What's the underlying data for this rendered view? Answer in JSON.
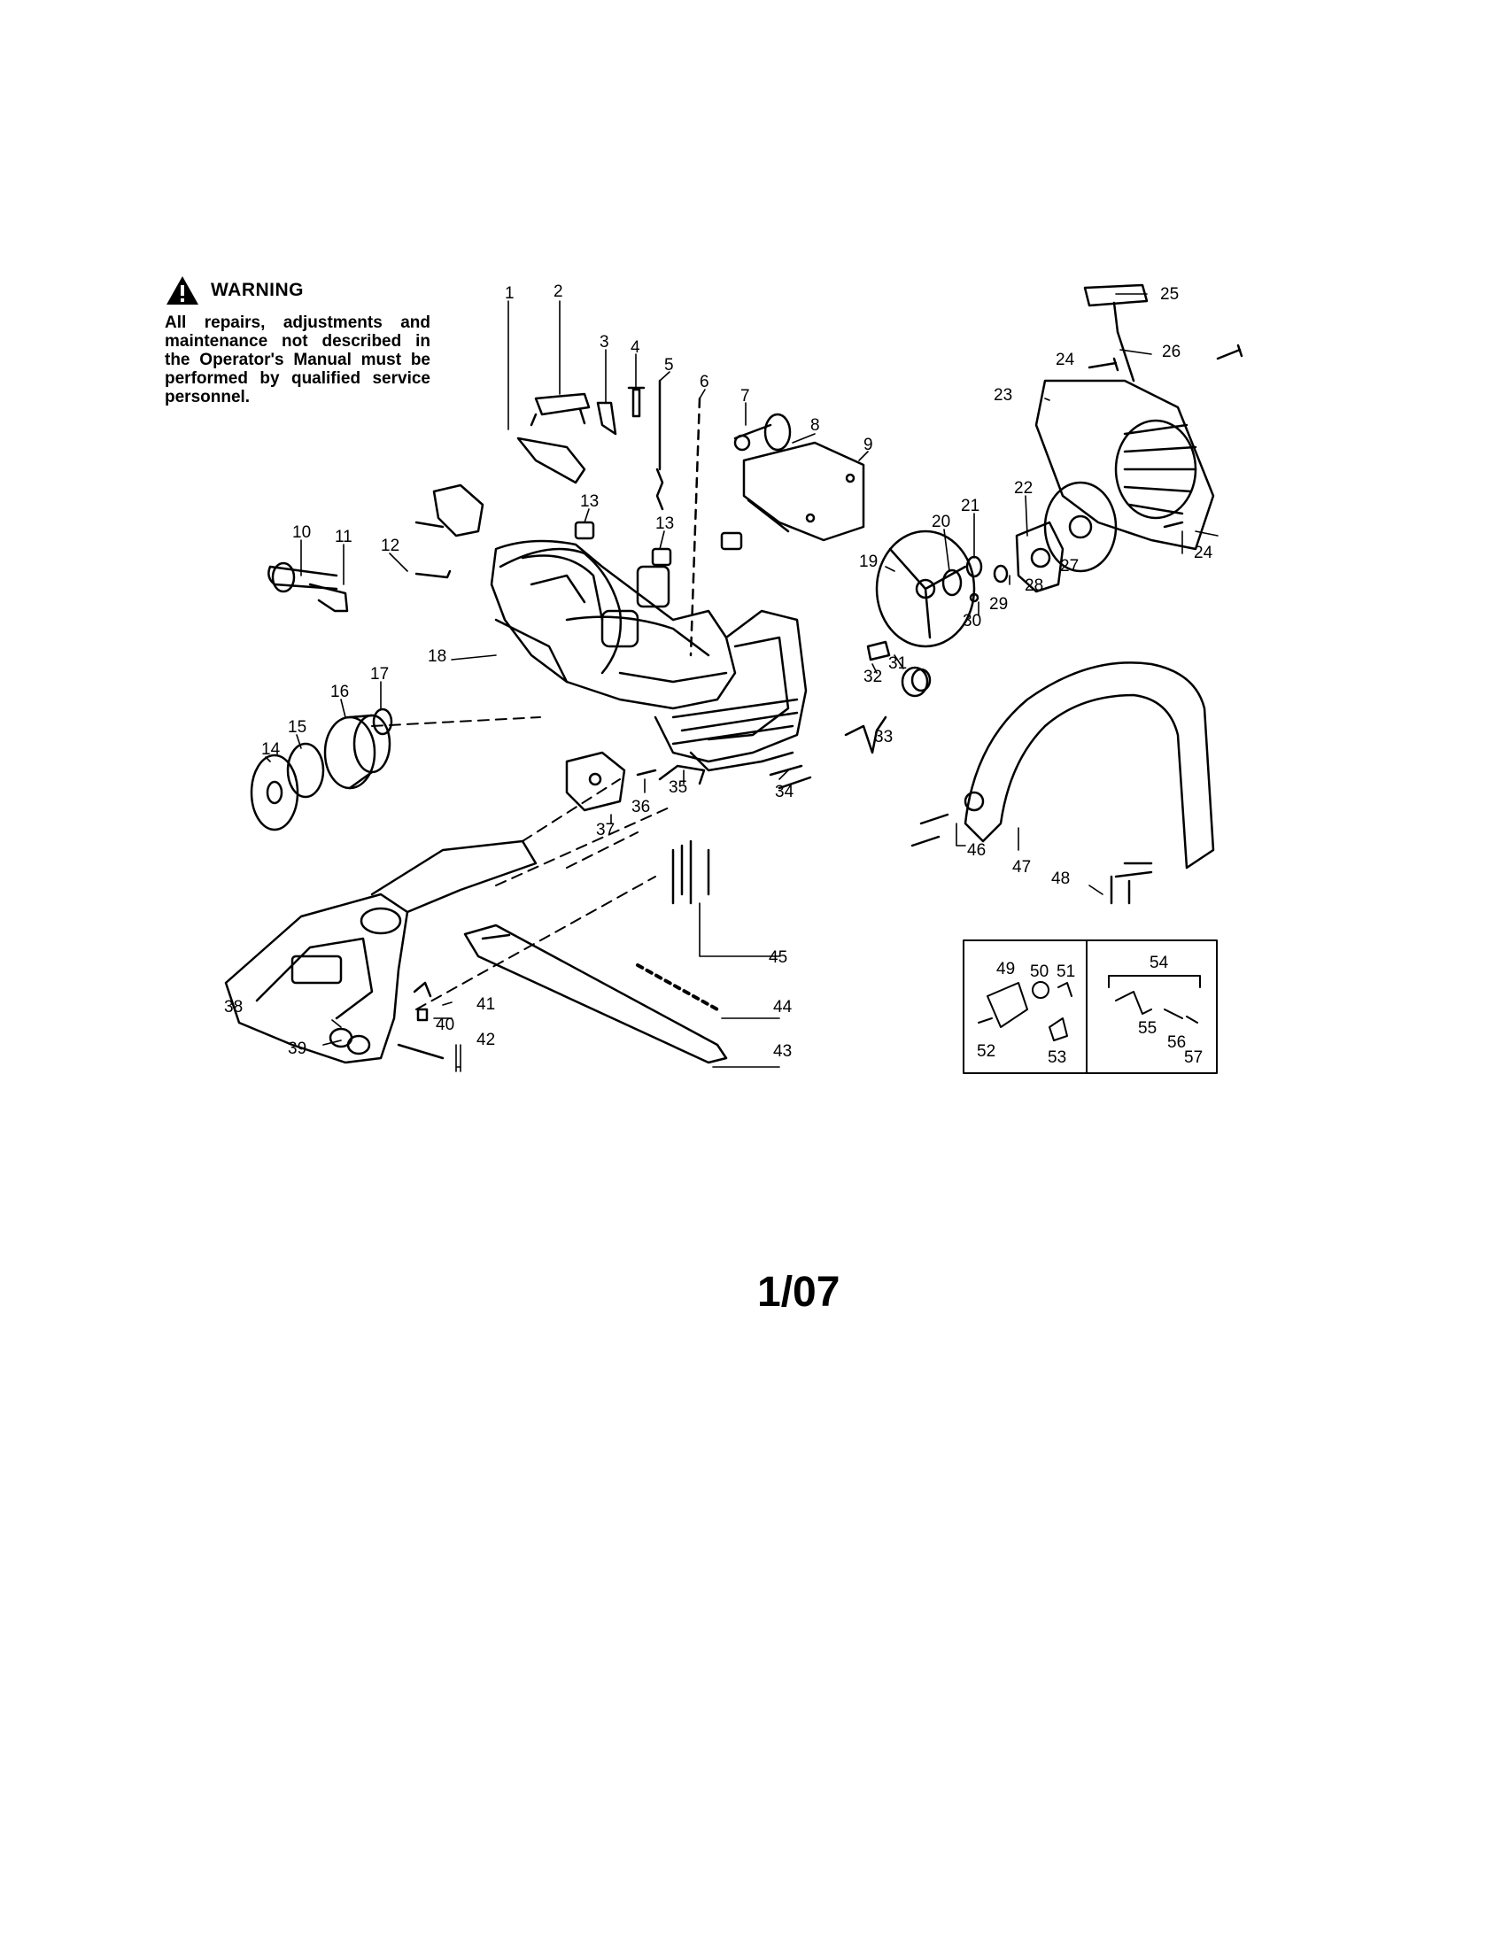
{
  "warning": {
    "title": "WARNING",
    "text": "All repairs, adjustments and maintenance not described in the Operator's Manual must be performed by qualified service personnel."
  },
  "page_number": "1/07",
  "callouts": [
    "1",
    "2",
    "3",
    "4",
    "5",
    "6",
    "7",
    "8",
    "9",
    "10",
    "11",
    "12",
    "13",
    "13",
    "14",
    "15",
    "16",
    "17",
    "18",
    "19",
    "20",
    "21",
    "22",
    "23",
    "24",
    "24",
    "25",
    "26",
    "27",
    "28",
    "29",
    "30",
    "31",
    "32",
    "33",
    "34",
    "35",
    "36",
    "37",
    "38",
    "39",
    "40",
    "41",
    "42",
    "43",
    "44",
    "45",
    "46",
    "47",
    "48",
    "49",
    "50",
    "51",
    "52",
    "53",
    "54",
    "55",
    "56",
    "57"
  ]
}
